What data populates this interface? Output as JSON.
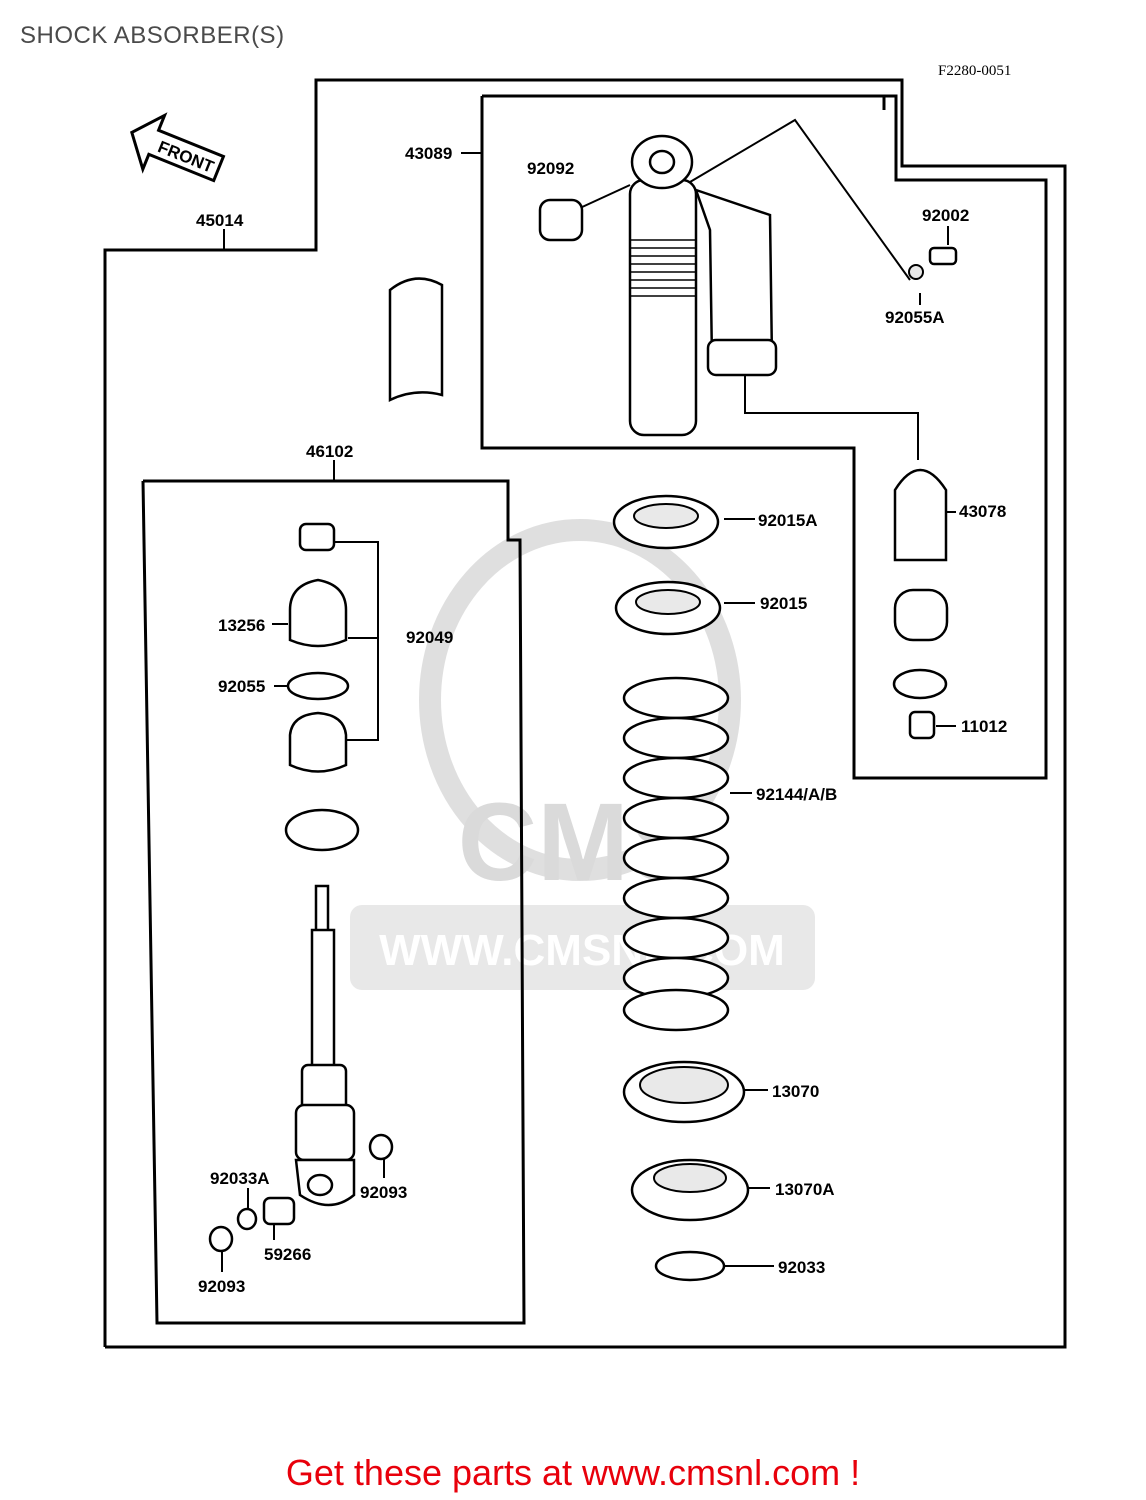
{
  "page": {
    "title": "SHOCK ABSORBER(S)",
    "figure_code": "F2280-0051",
    "footer": "Get these parts at www.cmsnl.com !",
    "accent_color": "#e8000b"
  },
  "diagram": {
    "front_arrow": "FRONT",
    "watermark": {
      "brand": "CMS",
      "url": "WWW.CMSNL.COM"
    },
    "parts": [
      {
        "number": "45014"
      },
      {
        "number": "43089"
      },
      {
        "number": "92092"
      },
      {
        "number": "92002"
      },
      {
        "number": "92055A"
      },
      {
        "number": "46102"
      },
      {
        "number": "92015A"
      },
      {
        "number": "43078"
      },
      {
        "number": "92015"
      },
      {
        "number": "13256"
      },
      {
        "number": "92049"
      },
      {
        "number": "92055"
      },
      {
        "number": "11012"
      },
      {
        "number": "92144/A/B"
      },
      {
        "number": "13070"
      },
      {
        "number": "92033A"
      },
      {
        "number": "92093"
      },
      {
        "number": "13070A"
      },
      {
        "number": "59266"
      },
      {
        "number": "92093"
      },
      {
        "number": "92033"
      }
    ]
  }
}
